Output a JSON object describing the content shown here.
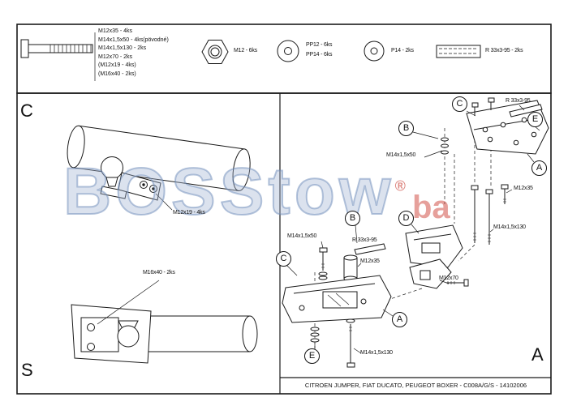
{
  "watermark": {
    "text": "BOSStow",
    "reg": "®",
    "extra": "ba"
  },
  "parts_list": {
    "bolt_lines": [
      "M12x35 - 4ks",
      "M14x1,5x50 - 4ks(pövodné)",
      "M14x1,5x130 - 2ks",
      "M12x70 - 2ks",
      "(M12x19 - 4ks)",
      "(M16x40 - 2ks)"
    ],
    "nut_label": "M12 - 6ks",
    "washer_labels": [
      "PP12 - 6ks",
      "PP14 - 6ks"
    ],
    "washer2_label": "P14 - 2ks",
    "plate_label": "R 33x3-95 - 2ks"
  },
  "views": {
    "top_left": "C",
    "bottom_left": "S",
    "bottom_right": "A"
  },
  "annotations": [
    "M12x19 - 4ks",
    "M16x40 - 2ks",
    "R 33x3-95",
    "M14x1,5x50",
    "M12x35",
    "M14x1,5x130",
    "M14x1,5x50",
    "R 33x3-95",
    "M12x35",
    "M12x70",
    "M14x1,5x130"
  ],
  "callouts": [
    "B",
    "C",
    "E",
    "A",
    "B",
    "D",
    "C",
    "A",
    "E"
  ],
  "footer": {
    "caption": "CITROEN JUMPER, FIAT DUCATO, PEUGEOT BOXER - C008A/G/S - 14102006"
  }
}
